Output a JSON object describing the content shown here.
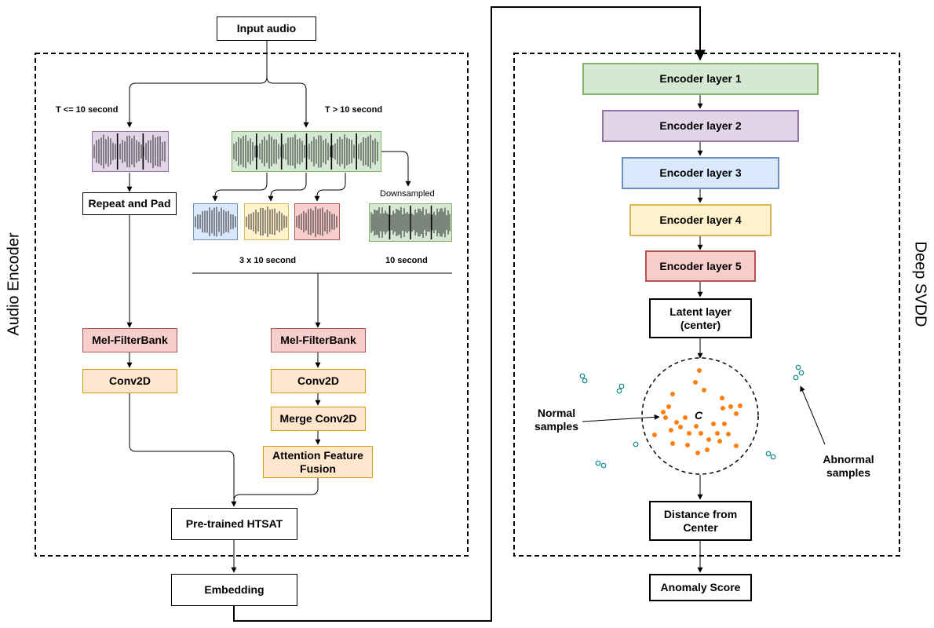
{
  "input_audio": "Input audio",
  "audio_encoder": {
    "title": "Audio Encoder",
    "branch_short_label": "T <= 10 second",
    "branch_long_label": "T > 10 second",
    "downsampled_label": "Downsampled",
    "split_label": "3 x 10 second",
    "ten_second_label": "10 second",
    "repeat_pad": "Repeat and Pad",
    "mel_left": "Mel-FilterBank",
    "conv_left": "Conv2D",
    "mel_right": "Mel-FilterBank",
    "conv_right": "Conv2D",
    "merge_conv": "Merge Conv2D",
    "attention": "Attention Feature\nFusion",
    "htsat": "Pre-trained HTSAT"
  },
  "embedding": "Embedding",
  "deep_svdd": {
    "title": "Deep SVDD",
    "layers": [
      "Encoder layer 1",
      "Encoder layer 2",
      "Encoder layer 3",
      "Encoder layer 4",
      "Encoder layer 5"
    ],
    "latent": "Latent layer\n(center)",
    "center_symbol": "C",
    "normal_label": "Normal\nsamples",
    "abnormal_label": "Abnormal\nsamples",
    "distance": "Distance from\nCenter",
    "anomaly": "Anomaly Score"
  },
  "colors": {
    "normal_dot": "#ff7f0e",
    "abnormal_dot": "#17becf",
    "red_fill": "#f8cecc",
    "orange_fill": "#ffe6cc",
    "green_fill": "#d5e8d4",
    "purple_fill": "#e1d5e7",
    "blue_fill": "#dae8fc",
    "yellow_fill": "#fff2cc"
  }
}
